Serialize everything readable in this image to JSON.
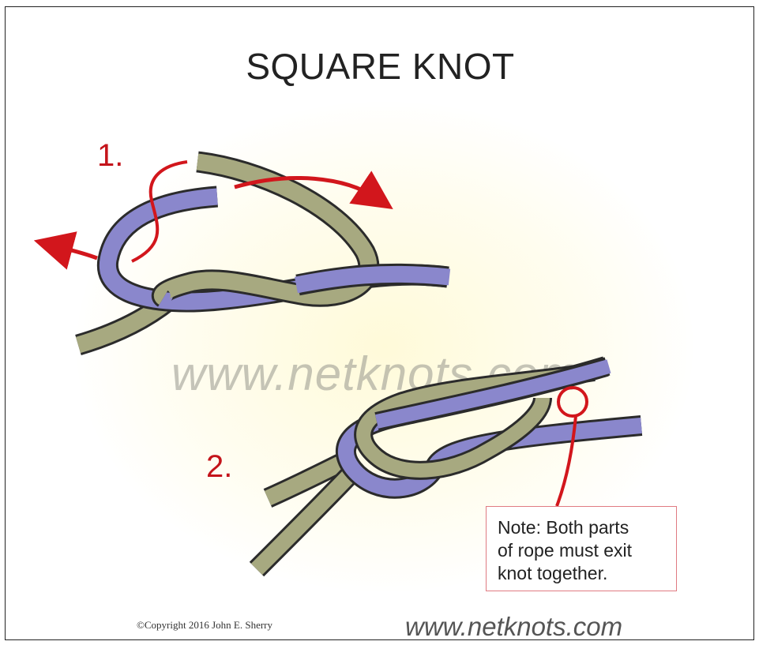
{
  "title": "SQUARE KNOT",
  "steps": [
    "1.",
    "2."
  ],
  "watermark": "www.netknots.com",
  "note": {
    "line1": "Note: Both parts",
    "line2": "of rope must exit",
    "line3": "knot together."
  },
  "copyright": "©Copyright  2016  John E. Sherry",
  "footer_url": "www.netknots.com",
  "colors": {
    "rope_green": "#a7a980",
    "rope_purple": "#8a87cc",
    "rope_outline": "#2b2b2b",
    "arrow_red": "#d2161c",
    "note_border": "#e07b82"
  }
}
